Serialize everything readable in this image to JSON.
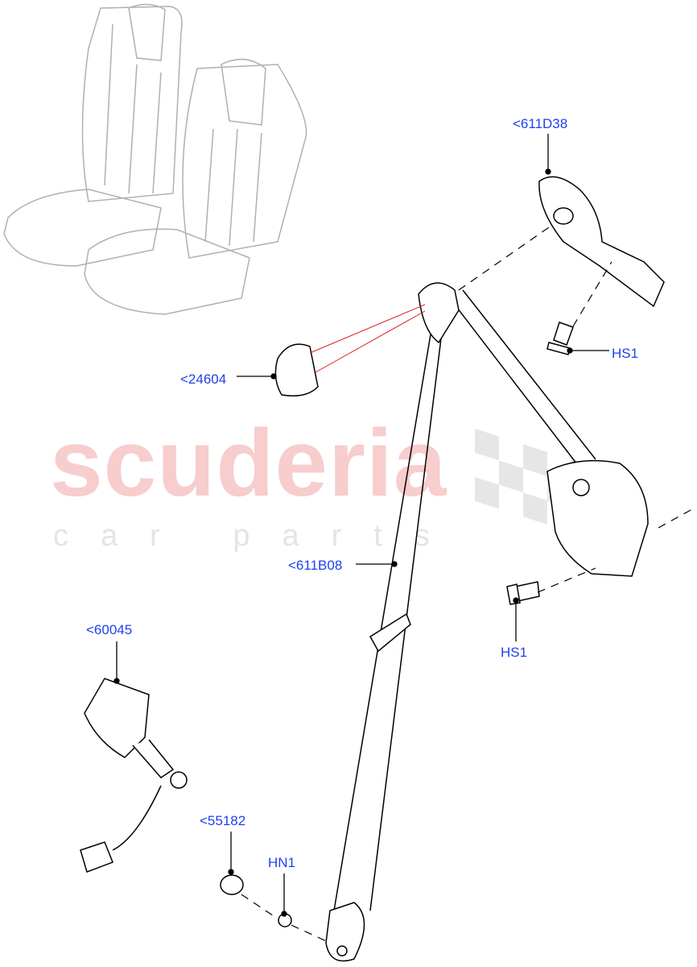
{
  "watermark": {
    "brand": "scuderia",
    "tagline": "car parts"
  },
  "callouts": [
    {
      "id": "611D38",
      "text": "<611D38"
    },
    {
      "id": "HS1-upper",
      "text": "HS1"
    },
    {
      "id": "24604",
      "text": "<24604"
    },
    {
      "id": "611B08",
      "text": "<611B08"
    },
    {
      "id": "HS1-lower",
      "text": "HS1"
    },
    {
      "id": "60045",
      "text": "<60045"
    },
    {
      "id": "55182",
      "text": "<55182"
    },
    {
      "id": "HN1",
      "text": "HN1"
    }
  ],
  "colors": {
    "callout_text": "#1f3ff0",
    "leader": "#000000",
    "guide_line_red": "#e02020",
    "seat_outline": "#b0b0b0",
    "watermark_red": "#f7cdcd"
  }
}
